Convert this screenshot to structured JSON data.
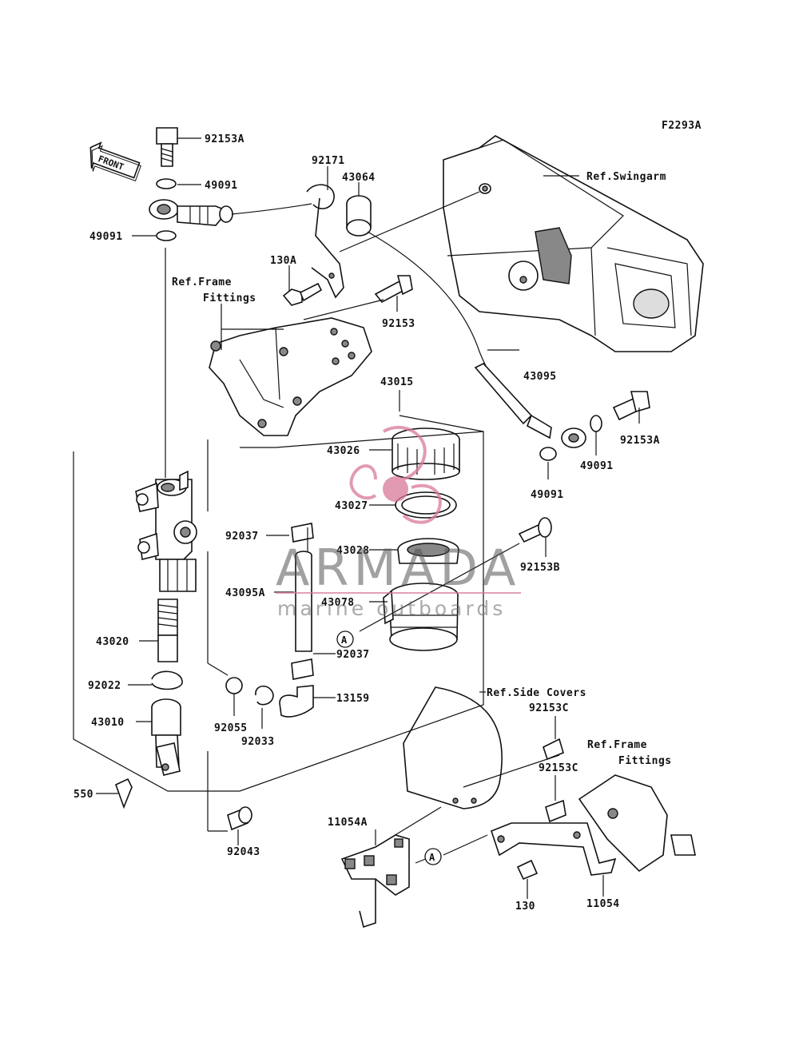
{
  "diagram_code": "F2293A",
  "front_arrow_label": "FRONT",
  "circle_marker": "A",
  "refs": {
    "swingarm": "Ref.Swingarm",
    "frame_fittings_1a": "Ref.Frame",
    "frame_fittings_1b": "Fittings",
    "side_covers": "Ref.Side Covers",
    "frame_fittings_2a": "Ref.Frame",
    "frame_fittings_2b": "Fittings"
  },
  "parts": {
    "p92153A_top": "92153A",
    "p49091_a": "49091",
    "p49091_b": "49091",
    "p92171": "92171",
    "p43064": "43064",
    "p130A": "130A",
    "p92153": "92153",
    "p43015": "43015",
    "p43095": "43095",
    "p92153A_right": "92153A",
    "p49091_c": "49091",
    "p49091_d": "49091",
    "p43026": "43026",
    "p43027": "43027",
    "p92037_a": "92037",
    "p43028": "43028",
    "p92153B": "92153B",
    "p43095A": "43095A",
    "p43078": "43078",
    "p43020": "43020",
    "p92037_b": "92037",
    "p92022": "92022",
    "p13159": "13159",
    "p43010": "43010",
    "p92055": "92055",
    "p92033": "92033",
    "p92153C_a": "92153C",
    "p92153C_b": "92153C",
    "p550": "550",
    "p92043": "92043",
    "p11054A": "11054A",
    "p130": "130",
    "p11054": "11054"
  },
  "watermark": {
    "brand": "ARMADA",
    "tagline": "marine outboards",
    "logo_color": "#d9799a"
  }
}
